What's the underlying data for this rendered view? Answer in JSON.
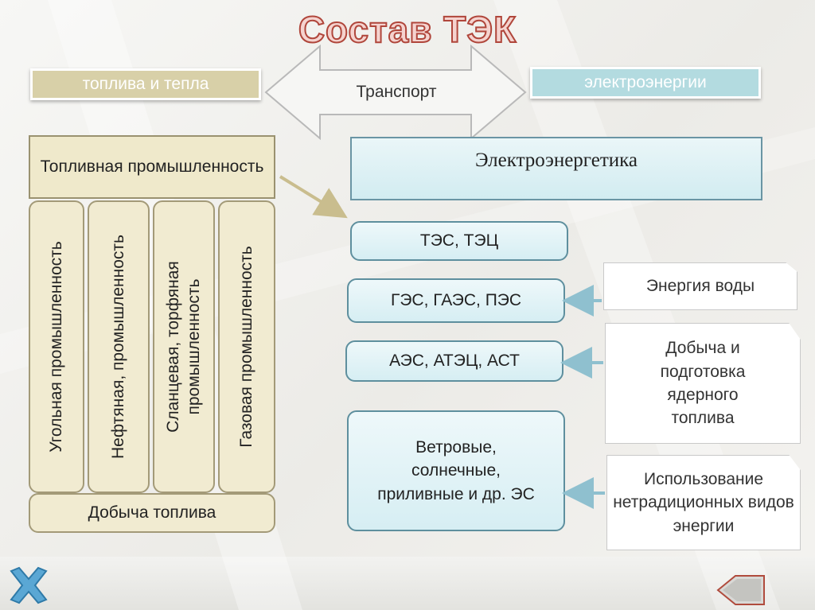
{
  "title": "Состав ТЭК",
  "header": {
    "fuel_label": "топлива и тепла",
    "elec_label": "электроэнергии",
    "transport_label": "Транспорт"
  },
  "fuel": {
    "industry_label": "Топливная промышленность",
    "columns": [
      "Угольная промышленность",
      "Нефтяная, промышленность",
      "Сланцевая, торфяная промышленность",
      "Газовая промышленность"
    ],
    "mining_label": "Добыча топлива"
  },
  "electric": {
    "main_label": "Электроэнергетика",
    "plants": [
      "ТЭС, ТЭЦ",
      "ГЭС, ГАЭС, ПЭС",
      "АЭС, АТЭЦ, АСТ",
      "Ветровые, солнечные, приливные и др. ЭС"
    ],
    "sources": [
      "Энергия воды",
      "Добыча и подготовка ядерного топлива",
      "Использование нетрадиционных видов энергии"
    ]
  },
  "icons": {
    "close": "close-x-icon",
    "back": "back-arrow-icon"
  },
  "colors": {
    "title_fill": "#f5d3cf",
    "title_stroke": "#b0463b",
    "fuel_bg": "#efe9cb",
    "elec_bg": "#d6eef3",
    "accent_blue": "#4a8fb5"
  }
}
